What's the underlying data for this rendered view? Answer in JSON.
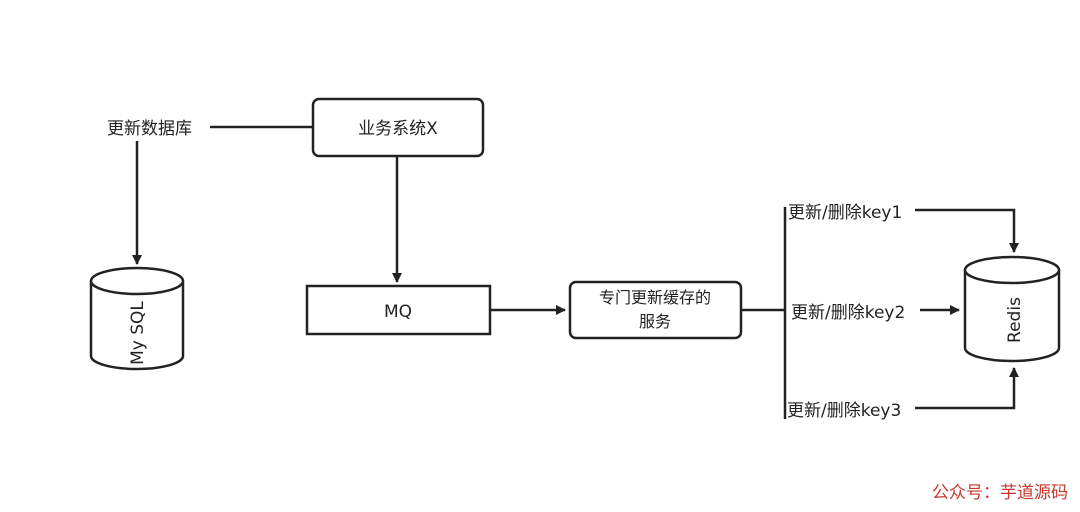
{
  "nodes": {
    "system_x": "业务系统X",
    "mq": "MQ",
    "cache_service_line1": "专门更新缓存的",
    "cache_service_line2": "服务",
    "mysql": "My SQL",
    "redis": "Redis"
  },
  "edges": {
    "update_db": "更新数据库",
    "key1": "更新/删除key1",
    "key2": "更新/删除key2",
    "key3": "更新/删除key3"
  },
  "watermark": "公众号：芋道源码",
  "colors": {
    "stroke": "#222222",
    "watermark": "#c8372d"
  }
}
